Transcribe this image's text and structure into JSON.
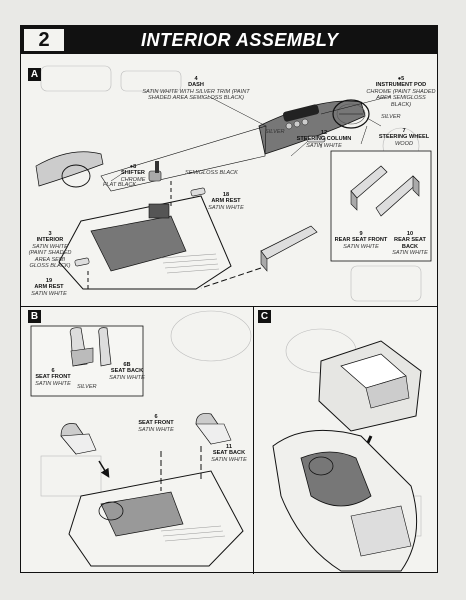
{
  "step": {
    "number": "2",
    "title": "INTERIOR ASSEMBLY"
  },
  "sections": {
    "a": "A",
    "b": "B",
    "c": "C"
  },
  "parts_a": {
    "dash": {
      "num": "4",
      "name": "DASH",
      "note": "SATIN WHITE WITH SILVER TRIM (PAINT SHADED AREA SEMIGLOSS BLACK)"
    },
    "instrument_pod": {
      "num": "●5",
      "name": "INSTRUMENT POD",
      "note": "CHROME (PAINT SHADED AREA SEMIGLOSS BLACK)"
    },
    "silver_wheel": "SILVER",
    "silver_column": "SILVER",
    "steering_column": {
      "num": "12",
      "name": "STEERING COLUMN",
      "note": "SATIN WHITE"
    },
    "steering_wheel": {
      "num": "7",
      "name": "STEERING WHEEL",
      "note": "WOOD"
    },
    "shifter": {
      "num": "●8",
      "name": "SHIFTER",
      "note": "CHROME"
    },
    "flat_black": "FLAT BLACK",
    "semigloss_black": "SEMIGLOSS BLACK",
    "arm_rest_right": {
      "num": "18",
      "name": "ARM REST",
      "note": "SATIN WHITE"
    },
    "interior": {
      "num": "3",
      "name": "INTERIOR",
      "note": "SATIN WHITE (PAINT SHADED AREA SEMI GLOSS BLACK)"
    },
    "arm_rest_left": {
      "num": "19",
      "name": "ARM REST",
      "note": "SATIN WHITE"
    },
    "rear_seat_front": {
      "num": "9",
      "name": "REAR SEAT FRONT",
      "note": "SATIN WHITE"
    },
    "rear_seat_back": {
      "num": "10",
      "name": "REAR SEAT BACK",
      "note": "SATIN WHITE"
    }
  },
  "parts_b": {
    "seat_front": {
      "num": "6",
      "name": "SEAT FRONT",
      "note": "SATIN WHITE"
    },
    "seat_back": {
      "num": "6B",
      "name": "SEAT BACK",
      "note": "SATIN WHITE"
    },
    "silver": "SILVER",
    "seat_front_2": {
      "num": "6",
      "name": "SEAT FRONT",
      "note": "SATIN WHITE"
    },
    "seat_back_2": {
      "num": "11",
      "name": "SEAT BACK",
      "note": "SATIN WHITE"
    }
  }
}
